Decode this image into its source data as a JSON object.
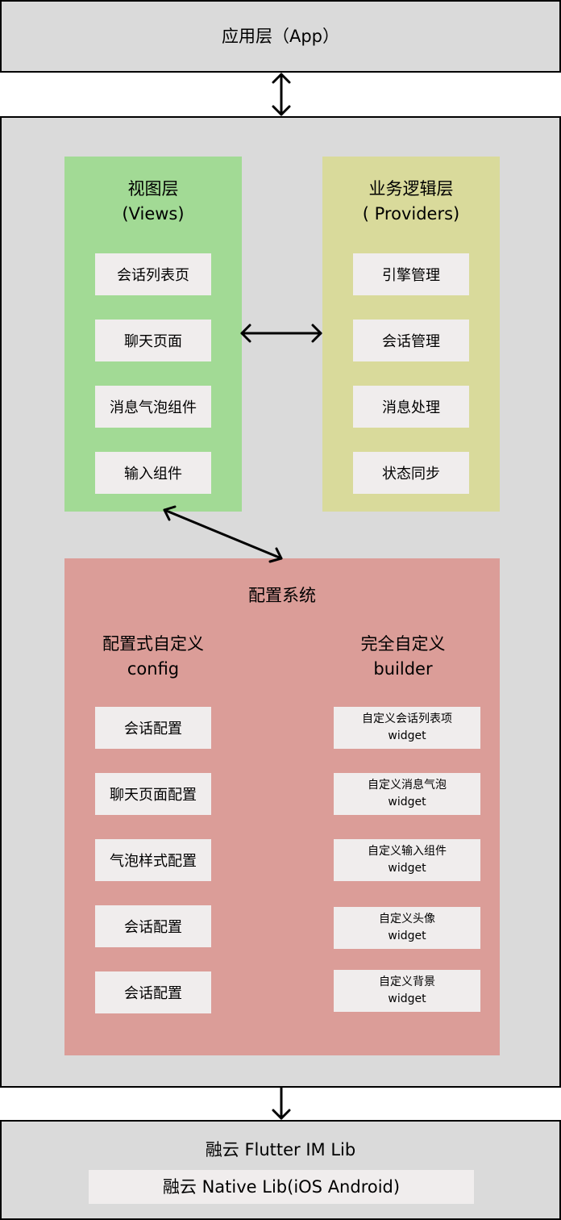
{
  "app_layer": {
    "label": "应用层（App）"
  },
  "views": {
    "title": "视图层\n(Views)",
    "items": [
      "会话列表页",
      "聊天页面",
      "消息气泡组件",
      "输入组件"
    ]
  },
  "providers": {
    "title": "业务逻辑层\n( Providers)",
    "items": [
      "引擎管理",
      "会话管理",
      "消息处理",
      "状态同步"
    ]
  },
  "config_system": {
    "title": "配置系统",
    "config": {
      "title": "配置式自定义\nconfig",
      "items": [
        "会话配置",
        "聊天页面配置",
        "气泡样式配置",
        "会话配置",
        "会话配置"
      ]
    },
    "builder": {
      "title": "完全自定义\nbuilder",
      "items": [
        "自定义会话列表项\nwidget",
        "自定义消息气泡\nwidget",
        "自定义输入组件\nwidget",
        "自定义头像\nwidget",
        "自定义背景\nwidget"
      ]
    }
  },
  "flutter_lib": {
    "title": "融云 Flutter IM Lib",
    "native": "融云 Native Lib(iOS Android)"
  }
}
